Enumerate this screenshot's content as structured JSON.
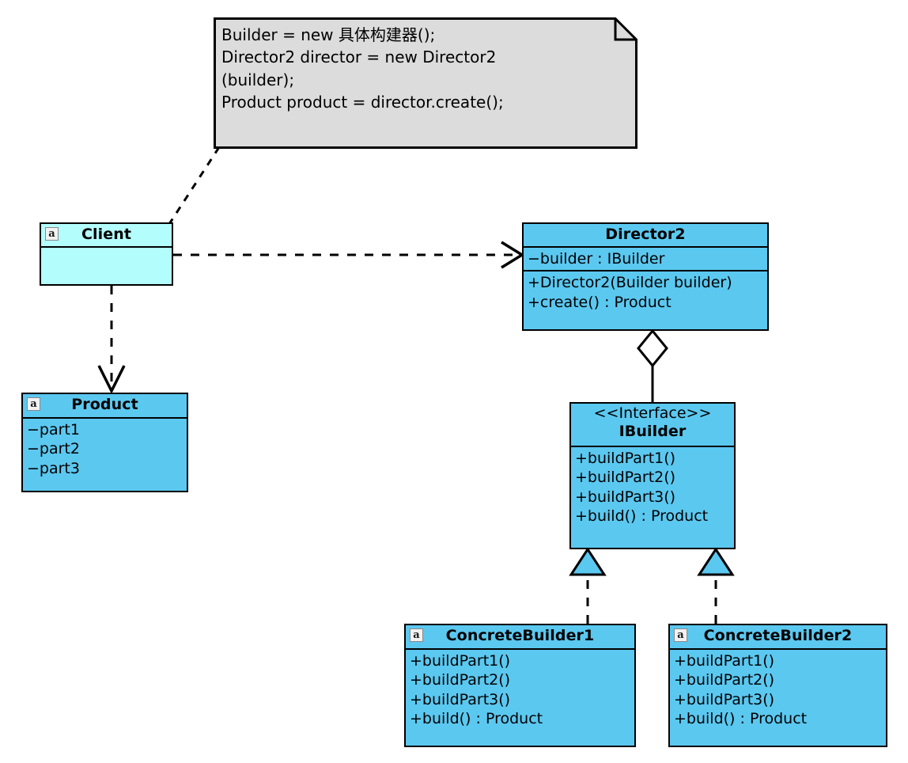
{
  "diagram": {
    "title": "Builder Pattern UML Class Diagram",
    "colors": {
      "class_fill": "#5BC8F0",
      "client_fill": "#B4FDFD",
      "note_fill": "#DCDCDC",
      "line": "#000000"
    }
  },
  "note": {
    "icon": "note-folded-corner-icon",
    "text": "Builder = new 具体构建器();\nDirector2 director = new Director2\n(builder);\nProduct product = director.create();"
  },
  "classes": {
    "client": {
      "badge": "a",
      "name": "Client",
      "members": []
    },
    "product": {
      "badge": "a",
      "name": "Product",
      "attributes": [
        "−part1",
        "−part2",
        "−part3"
      ]
    },
    "director2": {
      "name": "Director2",
      "attributes": [
        "−builder : IBuilder"
      ],
      "operations": [
        "+Director2(Builder builder)",
        "+create() : Product"
      ]
    },
    "ibuilder": {
      "stereotype": "<<Interface>>",
      "name": "IBuilder",
      "operations": [
        "+buildPart1()",
        "+buildPart2()",
        "+buildPart3()",
        "+build() : Product"
      ]
    },
    "concrete_builder_1": {
      "badge": "a",
      "name": "ConcreteBuilder1",
      "operations": [
        "+buildPart1()",
        "+buildPart2()",
        "+buildPart3()",
        "+build() : Product"
      ]
    },
    "concrete_builder_2": {
      "badge": "a",
      "name": "ConcreteBuilder2",
      "operations": [
        "+buildPart1()",
        "+buildPart2()",
        "+buildPart3()",
        "+build() : Product"
      ]
    }
  },
  "relations": [
    {
      "name": "note-anchor",
      "kind": "note-link",
      "style": "dashed",
      "from": "note",
      "to": "client"
    },
    {
      "name": "client-uses-director2",
      "kind": "dependency",
      "style": "dashed",
      "arrow": "open",
      "from": "client",
      "to": "director2"
    },
    {
      "name": "client-uses-product",
      "kind": "dependency",
      "style": "dashed",
      "arrow": "open",
      "from": "client",
      "to": "product"
    },
    {
      "name": "director2-aggregates-ibuilder",
      "kind": "aggregation",
      "style": "solid",
      "arrow": "hollow-diamond",
      "from": "director2",
      "to": "ibuilder"
    },
    {
      "name": "concretebuilder1-realizes-ibuilder",
      "kind": "realization",
      "style": "dashed",
      "arrow": "hollow-triangle",
      "from": "concrete_builder_1",
      "to": "ibuilder"
    },
    {
      "name": "concretebuilder2-realizes-ibuilder",
      "kind": "realization",
      "style": "dashed",
      "arrow": "hollow-triangle",
      "from": "concrete_builder_2",
      "to": "ibuilder"
    }
  ]
}
